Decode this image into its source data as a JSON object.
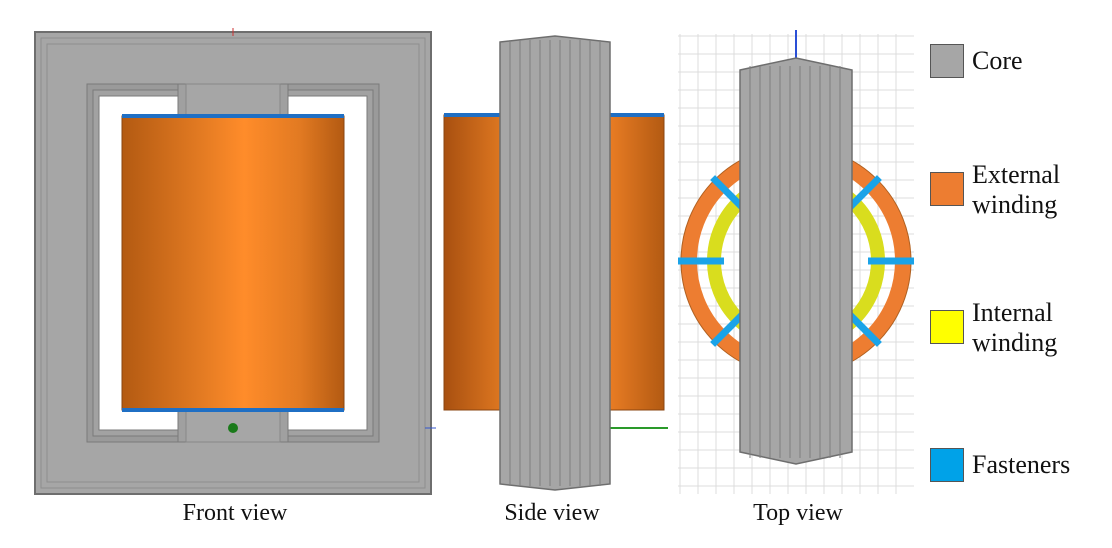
{
  "views": {
    "front_label": "Front view",
    "side_label": "Side view",
    "top_label": "Top view"
  },
  "legend": [
    {
      "label": "Core",
      "color": "#a6a6a6"
    },
    {
      "label": "External winding",
      "color": "#ed7d31"
    },
    {
      "label": "Internal winding",
      "color": "#ffff00"
    },
    {
      "label": "Fasteners",
      "color": "#00a2e8"
    }
  ],
  "colors": {
    "core": "#a8a8a8",
    "core_dark": "#7a7a7a",
    "winding_external": "#ed7d31",
    "winding_internal": "#d9dd1e",
    "fastener": "#1aa3e8",
    "grid": "#dcdcdc"
  }
}
